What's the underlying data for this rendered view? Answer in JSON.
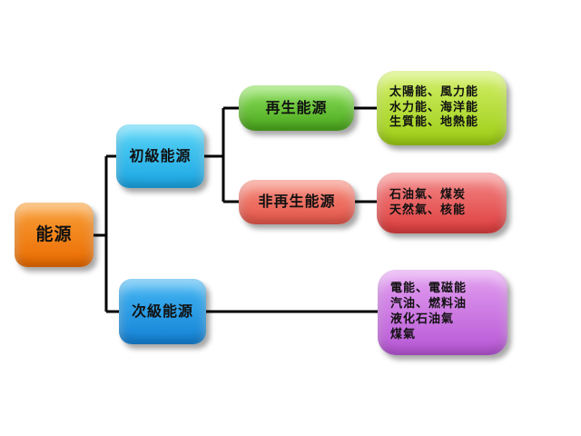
{
  "diagram": {
    "root": {
      "label": "能源"
    },
    "primary": {
      "label": "初級能源"
    },
    "secondary": {
      "label": "次級能源"
    },
    "renewable": {
      "label": "再生能源"
    },
    "nonrenewable": {
      "label": "非再生能源"
    },
    "renewable_examples": {
      "label": "太陽能、風力能\n水力能、海洋能\n生質能、地熱能"
    },
    "nonrenewable_examples": {
      "label": "石油氣、煤炭\n天然氣、核能"
    },
    "secondary_examples": {
      "label": "電能、電磁能\n汽油、燃料油\n液化石油氣\n煤氣"
    }
  },
  "colors": {
    "connector": "#000000",
    "root": "#ef7d12",
    "primary": "#2bb8ee",
    "secondary": "#1e96e0",
    "renewable": "#5bbd2a",
    "nonrenewable": "#ec6658",
    "renewable_examples": "#b3de29",
    "nonrenewable_examples": "#e84c4c",
    "secondary_examples": "#c66fe3"
  }
}
